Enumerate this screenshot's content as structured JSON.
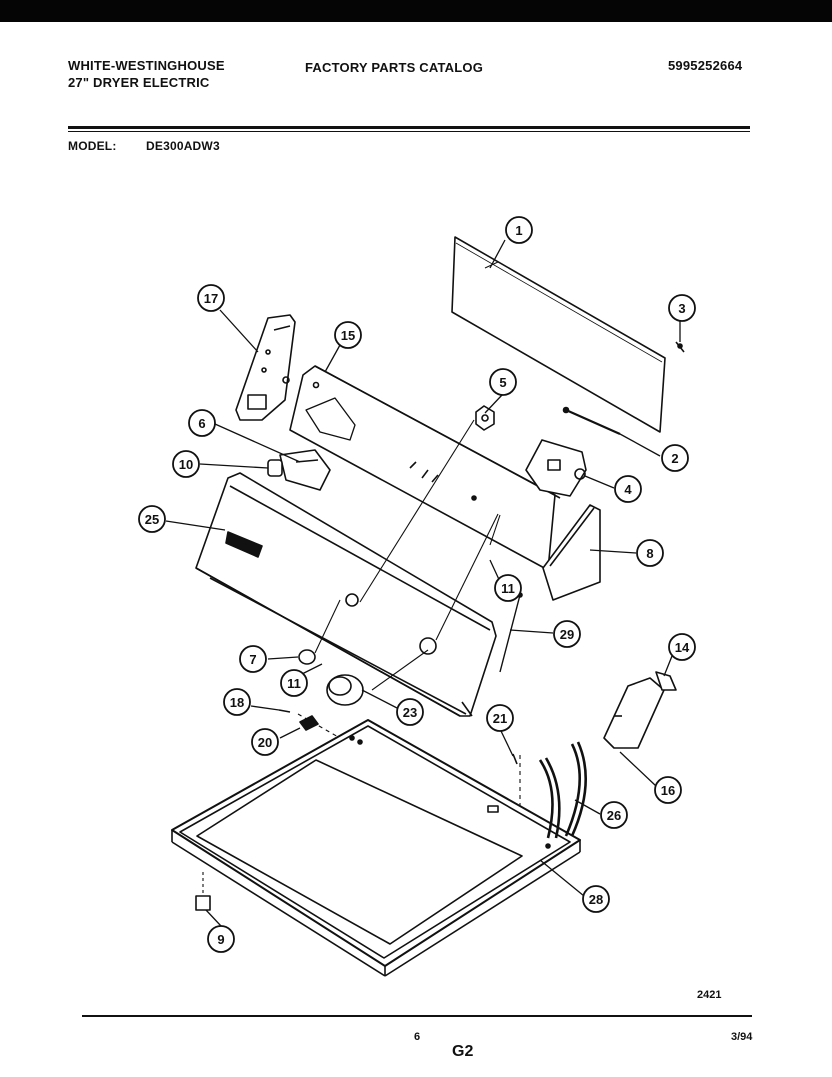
{
  "header": {
    "brand": "WHITE-WESTINGHOUSE",
    "product": "27\" DRYER ELECTRIC",
    "catalog": "FACTORY PARTS CATALOG",
    "catalog_number": "5995252664",
    "model_label": "MODEL:",
    "model_value": "DE300ADW3"
  },
  "callouts": [
    "1",
    "2",
    "3",
    "4",
    "5",
    "6",
    "7",
    "8",
    "9",
    "10",
    "11",
    "11",
    "14",
    "15",
    "16",
    "17",
    "18",
    "20",
    "21",
    "23",
    "25",
    "26",
    "28",
    "29"
  ],
  "footer": {
    "drawing_number": "2421",
    "page": "6",
    "group": "G2",
    "date": "3/94"
  }
}
